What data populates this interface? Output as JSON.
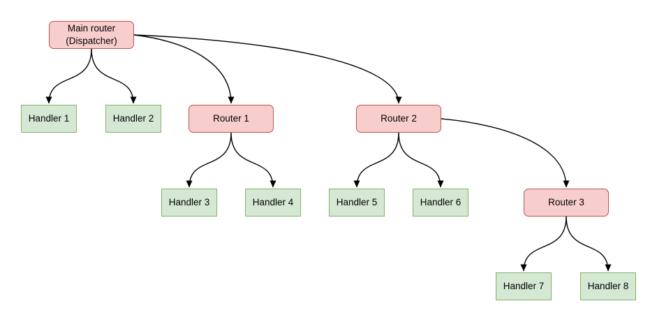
{
  "diagram": {
    "nodes": [
      {
        "id": "main",
        "label": "Main router\n(Dispatcher)",
        "kind": "router"
      },
      {
        "id": "h1",
        "label": "Handler 1",
        "kind": "handler"
      },
      {
        "id": "h2",
        "label": "Handler 2",
        "kind": "handler"
      },
      {
        "id": "r1",
        "label": "Router 1",
        "kind": "router"
      },
      {
        "id": "r2",
        "label": "Router 2",
        "kind": "router"
      },
      {
        "id": "h3",
        "label": "Handler 3",
        "kind": "handler"
      },
      {
        "id": "h4",
        "label": "Handler 4",
        "kind": "handler"
      },
      {
        "id": "h5",
        "label": "Handler 5",
        "kind": "handler"
      },
      {
        "id": "h6",
        "label": "Handler 6",
        "kind": "handler"
      },
      {
        "id": "r3",
        "label": "Router 3",
        "kind": "router"
      },
      {
        "id": "h7",
        "label": "Handler 7",
        "kind": "handler"
      },
      {
        "id": "h8",
        "label": "Handler 8",
        "kind": "handler"
      }
    ],
    "edges": [
      {
        "from": "main",
        "to": "h1"
      },
      {
        "from": "main",
        "to": "h2"
      },
      {
        "from": "main",
        "to": "r1"
      },
      {
        "from": "main",
        "to": "r2"
      },
      {
        "from": "r1",
        "to": "h3"
      },
      {
        "from": "r1",
        "to": "h4"
      },
      {
        "from": "r2",
        "to": "h5"
      },
      {
        "from": "r2",
        "to": "h6"
      },
      {
        "from": "r2",
        "to": "r3"
      },
      {
        "from": "r3",
        "to": "h7"
      },
      {
        "from": "r3",
        "to": "h8"
      }
    ],
    "colors": {
      "router_fill": "#f8cecc",
      "router_stroke": "#b85450",
      "handler_fill": "#d5e8d4",
      "handler_stroke": "#82b366",
      "edge": "#000000",
      "text": "#000000",
      "background": "#ffffff"
    }
  }
}
